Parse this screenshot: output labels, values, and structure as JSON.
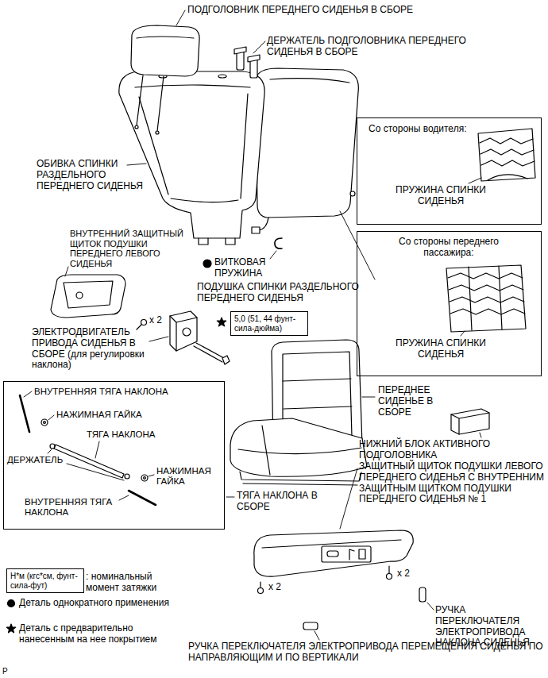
{
  "diagram": {
    "nodes": [
      {
        "text": [
          "Со стороны водителя:",
          "ПРУЖИНА СПИНКИ СИДЕНЬЯ"
        ]
      },
      {
        "text": [
          "Со стороны переднего пассажира:",
          "ПРУЖИНА СПИНКИ СИДЕНЬЯ"
        ]
      },
      {
        "text": [
          "5,0 (51, 44 фунт-сила-дюйма)"
        ]
      },
      {
        "text": [
          "ВНУТРЕННЯЯ ТЯГА НАКЛОНА",
          "НАЖИМНАЯ ГАЙКА",
          "ТЯГА НАКЛОНА",
          "ДЕРЖАТЕЛЬ",
          "НАЖИМНАЯ ГАЙКА",
          "ВНУТРЕННЯЯ ТЯГА НАКЛОНА"
        ]
      },
      {
        "text": [
          "Н*м (кгс*см, фунт-сила-фут)"
        ]
      }
    ],
    "labels": [
      "ПОДГОЛОВНИК ПЕРЕДНЕГО СИДЕНЬЯ В СБОРЕ",
      "ДЕРЖАТЕЛЬ ПОДГОЛОВНИКА ПЕРЕДНЕГО СИДЕНЬЯ В СБОРЕ",
      "ОБИВКА СПИНКИ РАЗДЕЛЬНОГО ПЕРЕДНЕГО СИДЕНЬЯ",
      "ВНУТРЕННИЙ ЗАЩИТНЫЙ ЩИТОК ПОДУШКИ ПЕРЕДНЕГО ЛЕВОГО СИДЕНЬЯ",
      "ВИТКОВАЯ ПРУЖИНА",
      "ПОДУШКА СПИНКИ РАЗДЕЛЬНОГО ПЕРЕДНЕГО СИДЕНЬЯ",
      "x 2",
      "ЭЛЕКТРОДВИГАТЕЛЬ ПРИВОДА СИДЕНЬЯ В СБОРЕ (для регулировки наклона)",
      "ПЕРЕДНЕЕ СИДЕНЬЕ В СБОРЕ",
      "НИЖНИЙ БЛОК АКТИВНОГО ПОДГОЛОВНИКА",
      "ЗАЩИТНЫЙ ЩИТОК ПОДУШКИ ЛЕВОГО ПЕРЕДНЕГО СИДЕНЬЯ С ВНУТРЕННИМ ЗАЩИТНЫМ ЩИТКОМ ПОДУШКИ ПЕРЕДНЕГО СИДЕНЬЯ № 1",
      "ТЯГА НАКЛОНА В СБОРЕ",
      "x 2",
      "x 2",
      "РУЧКА ПЕРЕКЛЮЧАТЕЛЯ ЭЛЕКТРОПРИВОДА НАКЛОНА СИДЕНЬЯ",
      "РУЧКА ПЕРЕКЛЮЧАТЕЛЯ ЭЛЕКТРОПРИВОДА ПЕРЕМЕЩЕНИЯ СИДЕНЬЯ ПО НАПРАВЛЯЮЩИМ И ПО ВЕРТИКАЛИ",
      "P"
    ],
    "legend": [
      {
        "text": ": номинальный момент затяжки"
      },
      {
        "text": "Деталь однократного применения"
      },
      {
        "text": "Деталь с предварительно нанесенным на нее покрытием"
      }
    ]
  }
}
